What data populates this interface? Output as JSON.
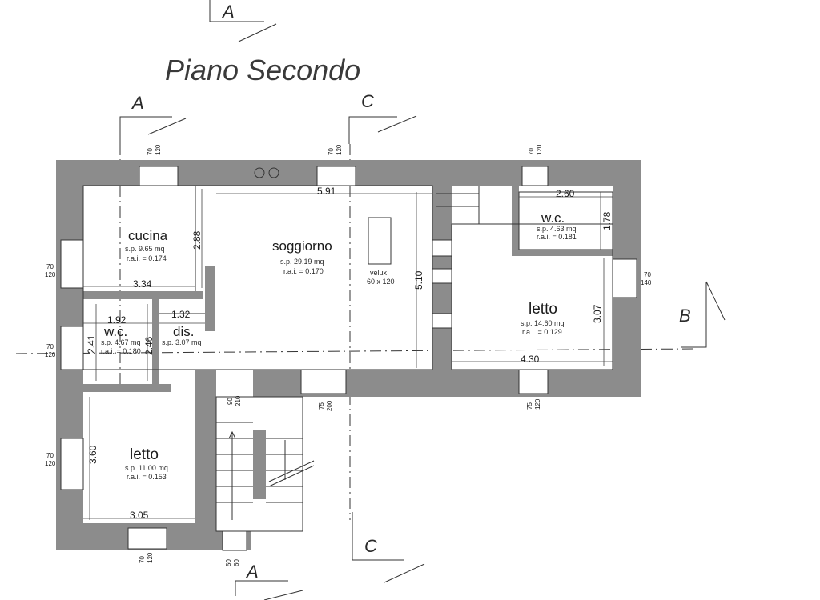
{
  "title": "Piano Secondo",
  "sections": {
    "a": "A",
    "b": "B",
    "c": "C"
  },
  "rooms": {
    "cucina": {
      "name": "cucina",
      "sp": "s.p. 9.65 mq",
      "rai": "r.a.i. = 0.174"
    },
    "soggiorno": {
      "name": "soggiorno",
      "sp": "s.p. 29.19 mq",
      "rai": "r.a.i. = 0.170"
    },
    "wc_top": {
      "name": "w.c.",
      "sp": "s.p. 4.63 mq",
      "rai": "r.a.i. = 0.181"
    },
    "letto_right": {
      "name": "letto",
      "sp": "s.p. 14.60 mq",
      "rai": "r.a.i. = 0.129"
    },
    "wc_left": {
      "name": "w.c.",
      "sp": "s.p. 4.67 mq",
      "rai": "r.a.i. = 0.180"
    },
    "dis": {
      "name": "dis.",
      "sp": "s.p. 3.07 mq"
    },
    "letto_left": {
      "name": "letto",
      "sp": "s.p. 11.00 mq",
      "rai": "r.a.i. = 0.153"
    }
  },
  "velux": {
    "label": "velux",
    "size": "60 x 120"
  },
  "dimensions": {
    "d591": "5.91",
    "d260": "2.60",
    "d178": "1.78",
    "d288": "2.88",
    "d334": "3.34",
    "d510": "5.10",
    "d307": "3.07",
    "d430": "4.30",
    "d192": "1.92",
    "d132": "1.32",
    "d241": "2.41",
    "d246": "2.46",
    "d360": "3.60",
    "d305": "3.05"
  },
  "openings": {
    "o_70_120": "70",
    "o_120": "120",
    "o_140": "140",
    "o_75": "75",
    "o_200": "200",
    "o_90": "90",
    "o_210": "210",
    "o_50": "50",
    "o_60": "60"
  }
}
